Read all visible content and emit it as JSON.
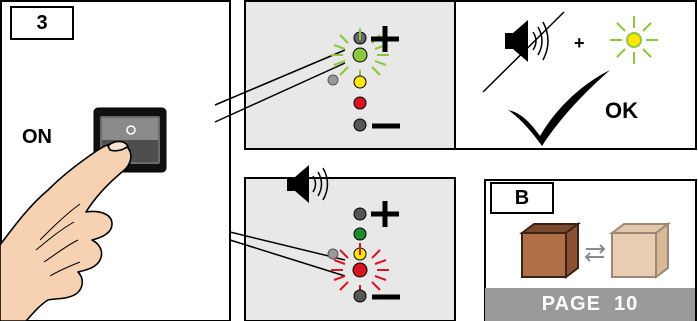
{
  "step": {
    "number": "3"
  },
  "switch": {
    "label": "ON",
    "symbol": "O"
  },
  "confirm": {
    "plus": "+",
    "ok": "OK"
  },
  "next": {
    "label": "B",
    "page": "PAGE  10"
  },
  "colors": {
    "panel_gray": "#e8e8e8",
    "led_green": "#8dc63f",
    "led_yellow": "#ffe600",
    "led_red": "#d7141f",
    "led_dark_green": "#1f8a2e",
    "led_gray": "#9a9a9a",
    "page_bar": "#9a9a9a"
  },
  "icons": [
    "speaker-muted-icon",
    "speaker-icon",
    "checkmark-icon",
    "finger-press-icon",
    "swap-arrows-icon"
  ]
}
